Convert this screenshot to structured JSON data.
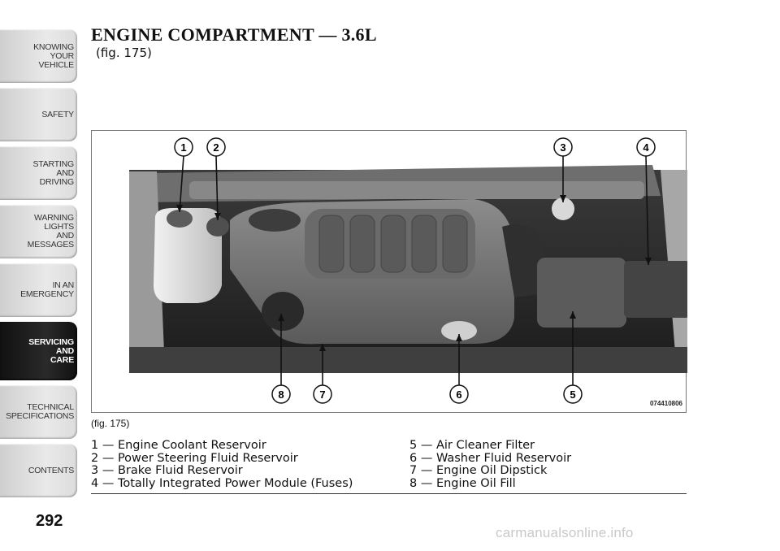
{
  "sidebar": {
    "tabs": [
      {
        "label": "KNOWING\nYOUR\nVEHICLE",
        "active": false
      },
      {
        "label": "SAFETY",
        "active": false
      },
      {
        "label": "STARTING\nAND\nDRIVING",
        "active": false
      },
      {
        "label": "WARNING\nLIGHTS\nAND\nMESSAGES",
        "active": false
      },
      {
        "label": "IN AN\nEMERGENCY",
        "active": false
      },
      {
        "label": "SERVICING\nAND\nCARE",
        "active": true
      },
      {
        "label": "TECHNICAL\nSPECIFICATIONS",
        "active": false
      },
      {
        "label": "CONTENTS",
        "active": false
      }
    ]
  },
  "page": {
    "title": "ENGINE COMPARTMENT — 3.6L",
    "figure_ref": "(fig. 175)",
    "figure_caption": "(fig. 175)",
    "figure_code": "074410806",
    "page_number": "292",
    "watermark": "carmanualsonline.info"
  },
  "callouts": [
    "1",
    "2",
    "3",
    "4",
    "5",
    "6",
    "7",
    "8"
  ],
  "legend": {
    "left": [
      "1 — Engine Coolant Reservoir",
      "2 — Power Steering Fluid Reservoir",
      "3 — Brake Fluid Reservoir",
      "4 — Totally Integrated Power Module (Fuses)"
    ],
    "right": [
      "5 — Air Cleaner Filter",
      "6 — Washer Fluid Reservoir",
      "7 — Engine Oil Dipstick",
      "8 — Engine Oil Fill"
    ]
  }
}
